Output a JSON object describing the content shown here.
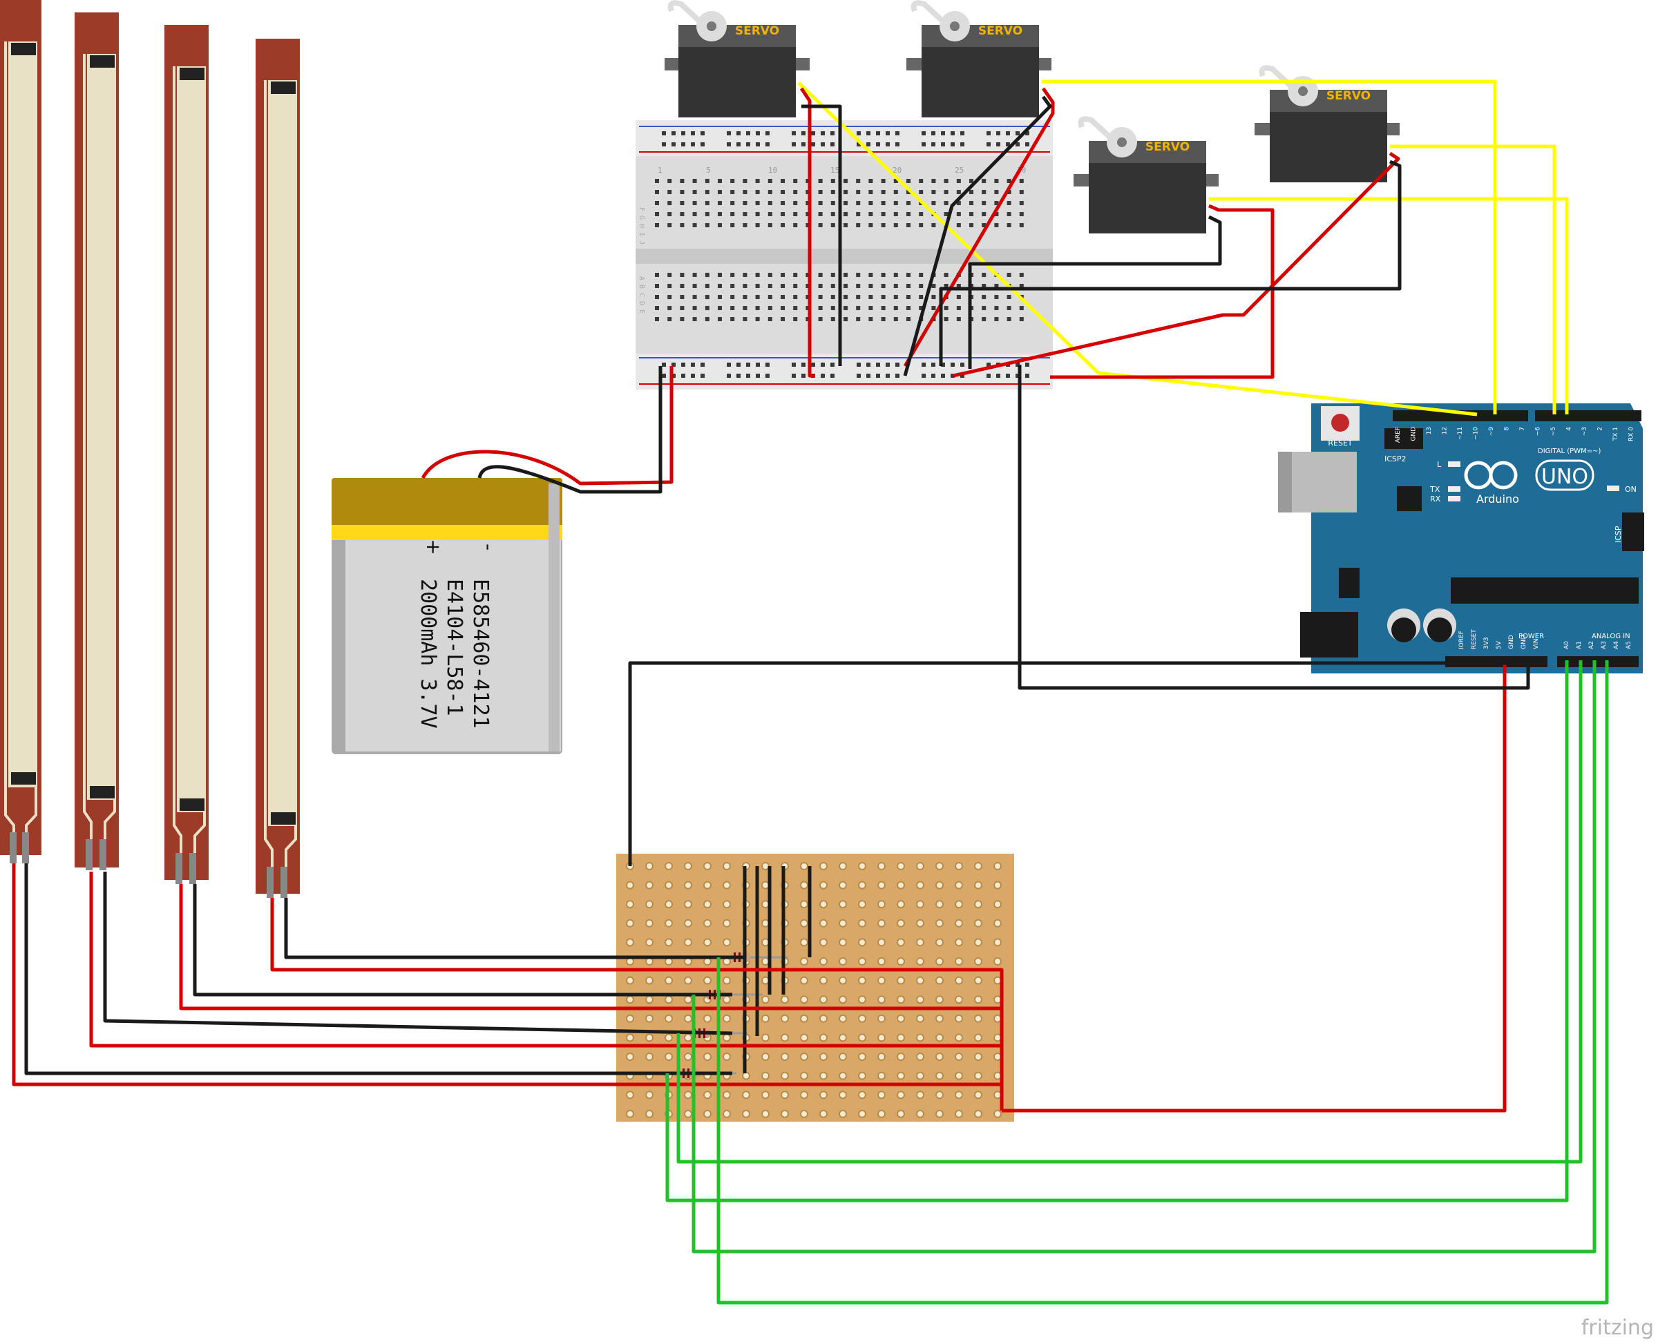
{
  "servos": [
    {
      "label": "SERVO"
    },
    {
      "label": "SERVO"
    },
    {
      "label": "SERVO"
    },
    {
      "label": "SERVO"
    }
  ],
  "battery": {
    "minus": "-",
    "plus": "+",
    "line1": "E585460-4121",
    "line2": "E4104-L58-1",
    "line3": "2000mAh 3.7V"
  },
  "breadboard": {
    "col_numbers": [
      "1",
      "5",
      "10",
      "15",
      "20",
      "25",
      "30"
    ],
    "row_letters_top": "F G H I J",
    "row_letters_bottom": "A B C D E"
  },
  "arduino": {
    "reset": "RESET",
    "icsp2": "ICSP2",
    "icsp": "ICSP",
    "digital": "DIGITAL (PWM=~)",
    "logo_text": "Arduino",
    "model": "UNO",
    "on": "ON",
    "led_l": "L",
    "led_tx": "TX",
    "led_rx": "RX",
    "power": "POWER",
    "analog_in": "ANALOG IN",
    "digital_pins": [
      "AREF",
      "GND",
      "13",
      "12",
      "~11",
      "~10",
      "~9",
      "8",
      "7",
      "~6",
      "~5",
      "4",
      "~3",
      "2",
      "TX 1",
      "RX 0"
    ],
    "power_pins": [
      "IOREF",
      "RESET",
      "3V3",
      "5V",
      "GND",
      "GND",
      "VIN"
    ],
    "analog_pins": [
      "A0",
      "A1",
      "A2",
      "A3",
      "A4",
      "A5"
    ]
  },
  "footer": {
    "brand": "fritzing"
  },
  "colors": {
    "wire_red": "#d40000",
    "wire_black": "#1a1a1a",
    "wire_yellow": "#ffff00",
    "wire_green": "#22c12a",
    "arduino_blue": "#1f6d96",
    "flex_sensor": "#9c3b28",
    "stripboard": "#d9a867",
    "battery_gold": "#b08a0c"
  }
}
